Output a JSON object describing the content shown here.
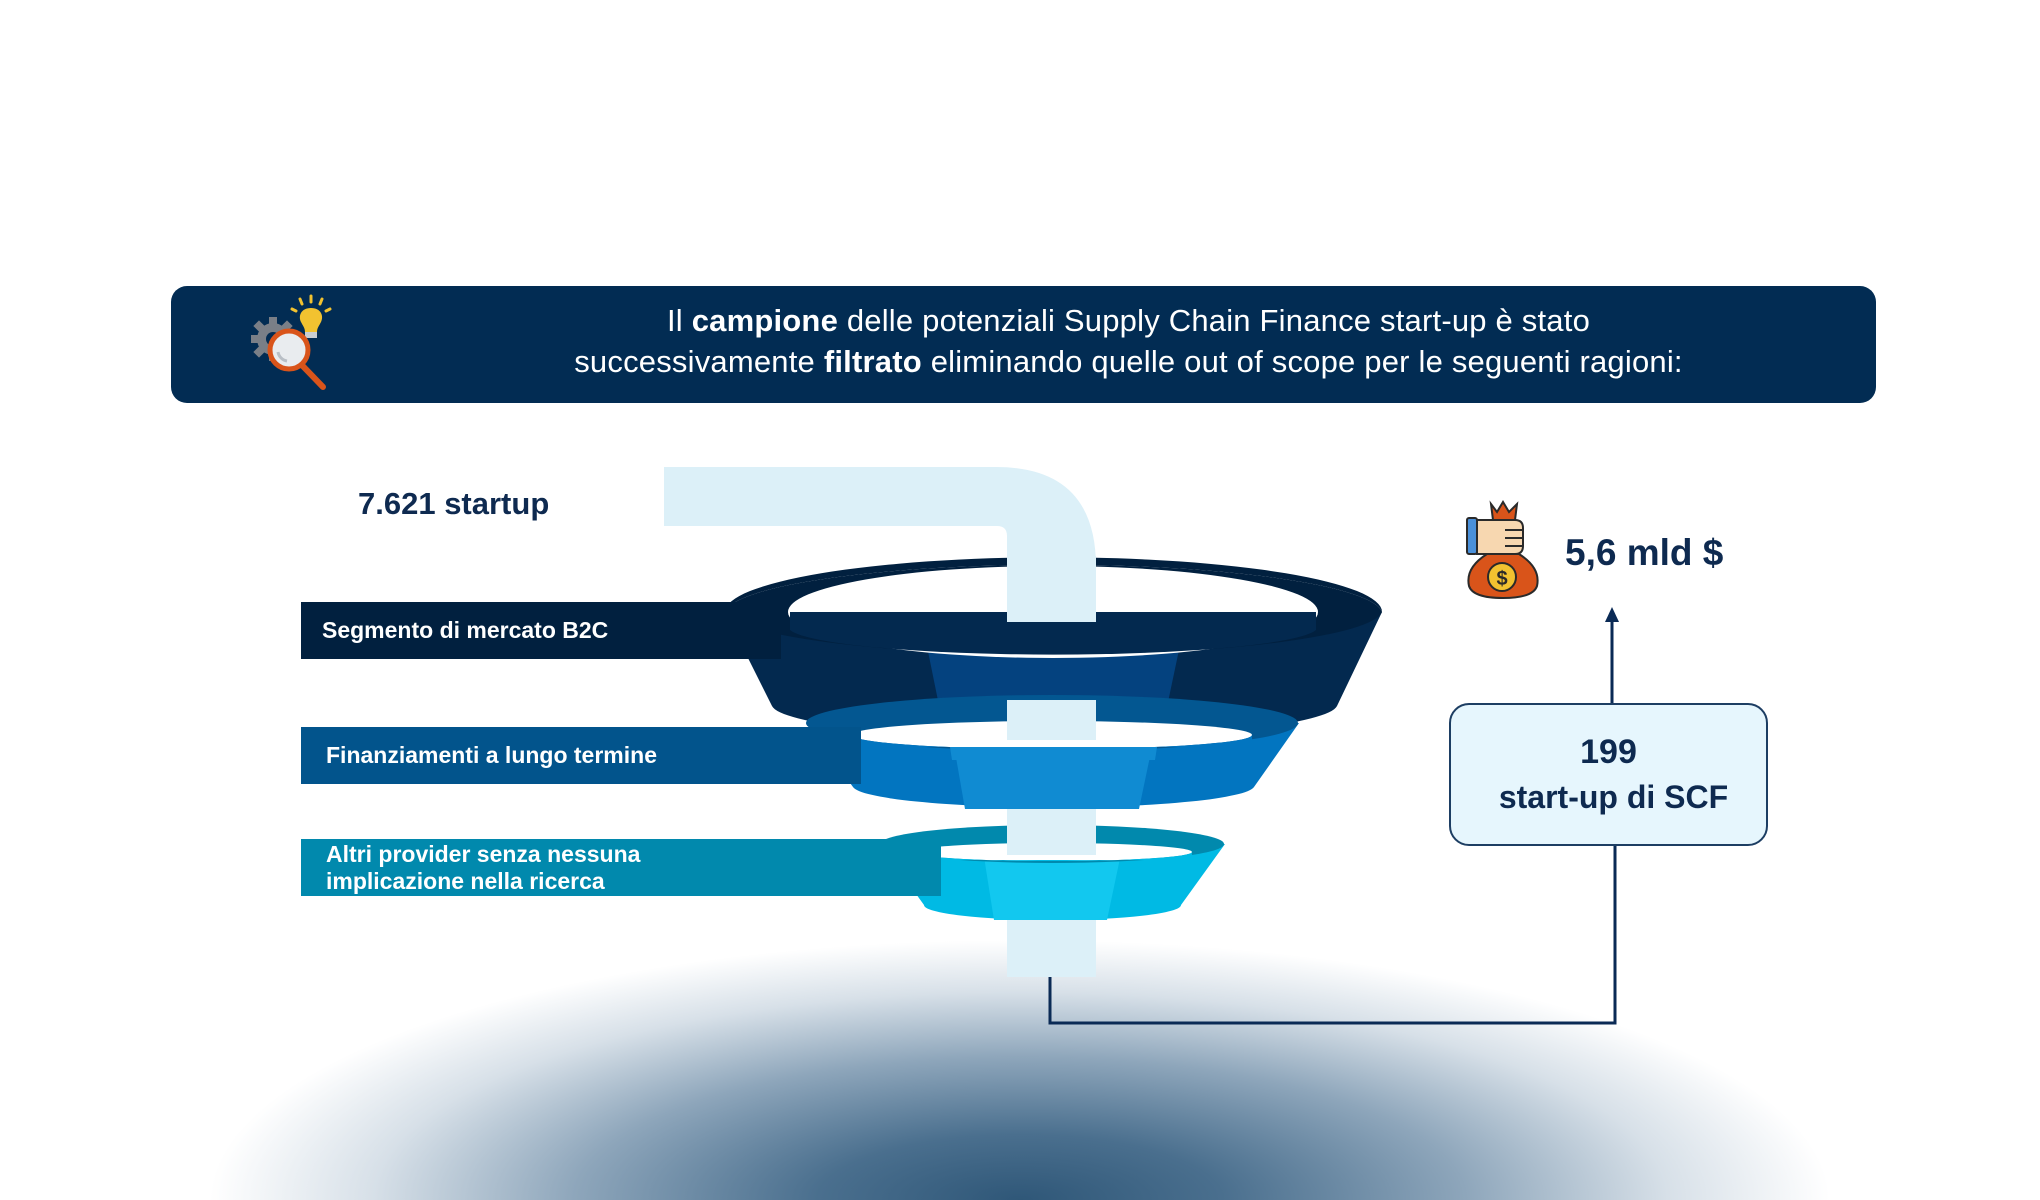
{
  "header": {
    "icon": "gear-magnifier-lightbulb-icon",
    "line1_pre": "Il ",
    "line1_bold": "campione",
    "line1_post": " delle potenziali Supply Chain Finance start-up è stato",
    "line2_pre": "successivamente ",
    "line2_bold": "filtrato",
    "line2_post": " eliminando quelle out of scope per le seguenti ragioni:"
  },
  "funnel": {
    "input_label": "7.621 startup",
    "filters": [
      {
        "label": "Segmento di mercato B2C",
        "color": "#01203f"
      },
      {
        "label": "Finanziamenti a lungo termine",
        "color": "#02548c"
      },
      {
        "label_line1": "Altri provider senza nessuna",
        "label_line2": "implicazione nella ricerca",
        "color": "#0189ad"
      }
    ]
  },
  "result": {
    "count": "199",
    "label": "start-up di SCF"
  },
  "funding": {
    "icon": "money-bag-icon",
    "value": "5,6 mld $"
  },
  "colors": {
    "navy": "#022c53",
    "text_dark": "#0e2a50",
    "pipe": "#dcf0f8",
    "box_bg": "#e6f6fd"
  }
}
